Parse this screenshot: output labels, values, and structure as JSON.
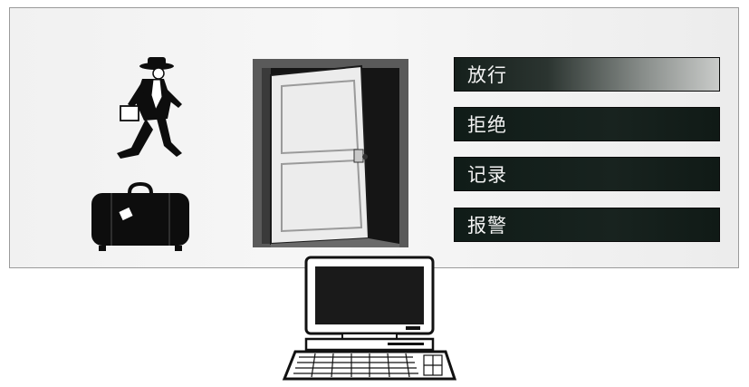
{
  "actions": [
    {
      "label": "放行",
      "id": "pass"
    },
    {
      "label": "拒绝",
      "id": "reject"
    },
    {
      "label": "记录",
      "id": "record"
    },
    {
      "label": "报警",
      "id": "alarm"
    }
  ],
  "icons": {
    "traveler": "traveler-icon",
    "suitcase": "suitcase-icon",
    "door": "open-door-icon",
    "computer": "computer-icon"
  },
  "colors": {
    "button_dark": "#13201c",
    "button_highlight": "#c9cbc9",
    "panel_bg": "#f3f3f3"
  }
}
